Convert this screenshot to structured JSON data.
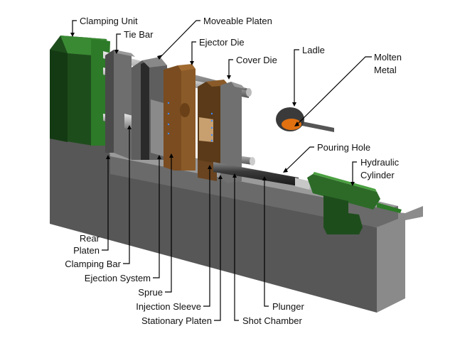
{
  "diagram": {
    "title": "Die Casting Machine",
    "labels": {
      "clamping_unit": "Clamping Unit",
      "tie_bar": "Tie Bar",
      "moveable_platen": "Moveable Platen",
      "ejector_die": "Ejector Die",
      "cover_die": "Cover Die",
      "ladle": "Ladle",
      "molten_metal_1": "Molten",
      "molten_metal_2": "Metal",
      "pouring_hole": "Pouring Hole",
      "hydraulic_cylinder_1": "Hydraulic",
      "hydraulic_cylinder_2": "Cylinder",
      "rear_platen_1": "Rear",
      "rear_platen_2": "Platen",
      "clamping_bar": "Clamping Bar",
      "ejection_system": "Ejection System",
      "sprue": "Sprue",
      "injection_sleeve": "Injection Sleeve",
      "stationary_platen": "Stationary Platen",
      "shot_chamber": "Shot Chamber",
      "plunger": "Plunger"
    },
    "colors": {
      "clamping_unit_green": "#2f7a2a",
      "die_brown": "#8a5a2a",
      "molten_orange": "#e07010",
      "base_gray": "#5a5a5a",
      "platen_gray": "#7a7a7a"
    }
  }
}
